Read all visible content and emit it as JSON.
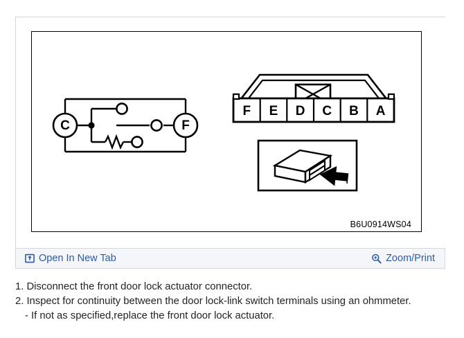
{
  "viewer": {
    "figure_code": "B6U0914WS04",
    "toolbar": {
      "open_new_tab_label": "Open In New Tab",
      "open_new_tab_icon": "open-in-new-tab-icon",
      "zoom_print_label": "Zoom/Print",
      "zoom_print_icon": "magnifier-plus-icon"
    },
    "link_color": "#2b5aa8"
  },
  "diagram": {
    "circuit": {
      "left_terminal_label": "C",
      "right_terminal_label": "F"
    },
    "connector": {
      "terminal_labels": [
        "F",
        "E",
        "D",
        "C",
        "B",
        "A"
      ]
    }
  },
  "instructions": [
    {
      "text": "1. Disconnect the front door lock actuator connector.",
      "indent": false
    },
    {
      "text": "2. Inspect for continuity between the door lock-link switch terminals using an ohmmeter.",
      "indent": false
    },
    {
      "text": "-  If not as specified,replace the front door lock actuator.",
      "indent": true
    }
  ]
}
